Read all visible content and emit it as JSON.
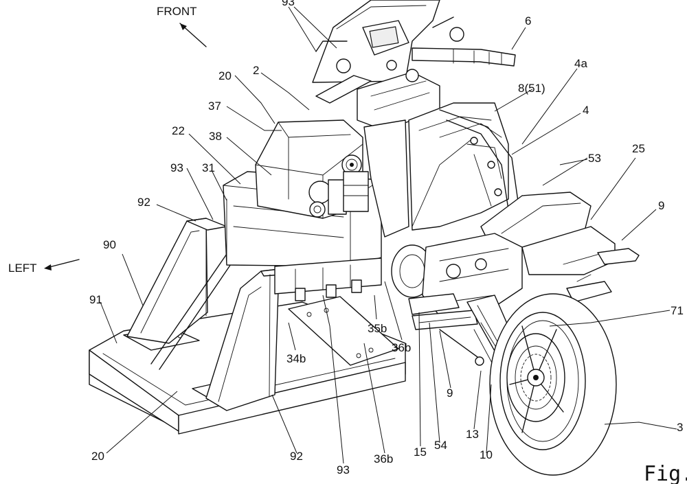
{
  "figure": {
    "caption": "Fig.",
    "directions": {
      "front": "FRONT",
      "left": "LEFT"
    },
    "reference_labels": [
      {
        "id": "lbl-93-top",
        "text": "93"
      },
      {
        "id": "lbl-6",
        "text": "6"
      },
      {
        "id": "lbl-4a",
        "text": "4a"
      },
      {
        "id": "lbl-8-51",
        "text": "8(51)"
      },
      {
        "id": "lbl-4",
        "text": "4"
      },
      {
        "id": "lbl-53",
        "text": "53"
      },
      {
        "id": "lbl-25",
        "text": "25"
      },
      {
        "id": "lbl-9-right",
        "text": "9"
      },
      {
        "id": "lbl-71",
        "text": "71"
      },
      {
        "id": "lbl-3",
        "text": "3"
      },
      {
        "id": "lbl-20-top",
        "text": "20"
      },
      {
        "id": "lbl-2",
        "text": "2"
      },
      {
        "id": "lbl-37",
        "text": "37"
      },
      {
        "id": "lbl-38",
        "text": "38"
      },
      {
        "id": "lbl-22",
        "text": "22"
      },
      {
        "id": "lbl-93-left",
        "text": "93"
      },
      {
        "id": "lbl-31",
        "text": "31"
      },
      {
        "id": "lbl-92-left",
        "text": "92"
      },
      {
        "id": "lbl-90",
        "text": "90"
      },
      {
        "id": "lbl-91",
        "text": "91"
      },
      {
        "id": "lbl-35b",
        "text": "35b"
      },
      {
        "id": "lbl-36b-mid",
        "text": "36b"
      },
      {
        "id": "lbl-34b",
        "text": "34b"
      },
      {
        "id": "lbl-9-bottom",
        "text": "9"
      },
      {
        "id": "lbl-13",
        "text": "13"
      },
      {
        "id": "lbl-10",
        "text": "10"
      },
      {
        "id": "lbl-54",
        "text": "54"
      },
      {
        "id": "lbl-15",
        "text": "15"
      },
      {
        "id": "lbl-36b-bottom",
        "text": "36b"
      },
      {
        "id": "lbl-93-bottom",
        "text": "93"
      },
      {
        "id": "lbl-92-bottom",
        "text": "92"
      },
      {
        "id": "lbl-20-bottom",
        "text": "20"
      }
    ]
  }
}
